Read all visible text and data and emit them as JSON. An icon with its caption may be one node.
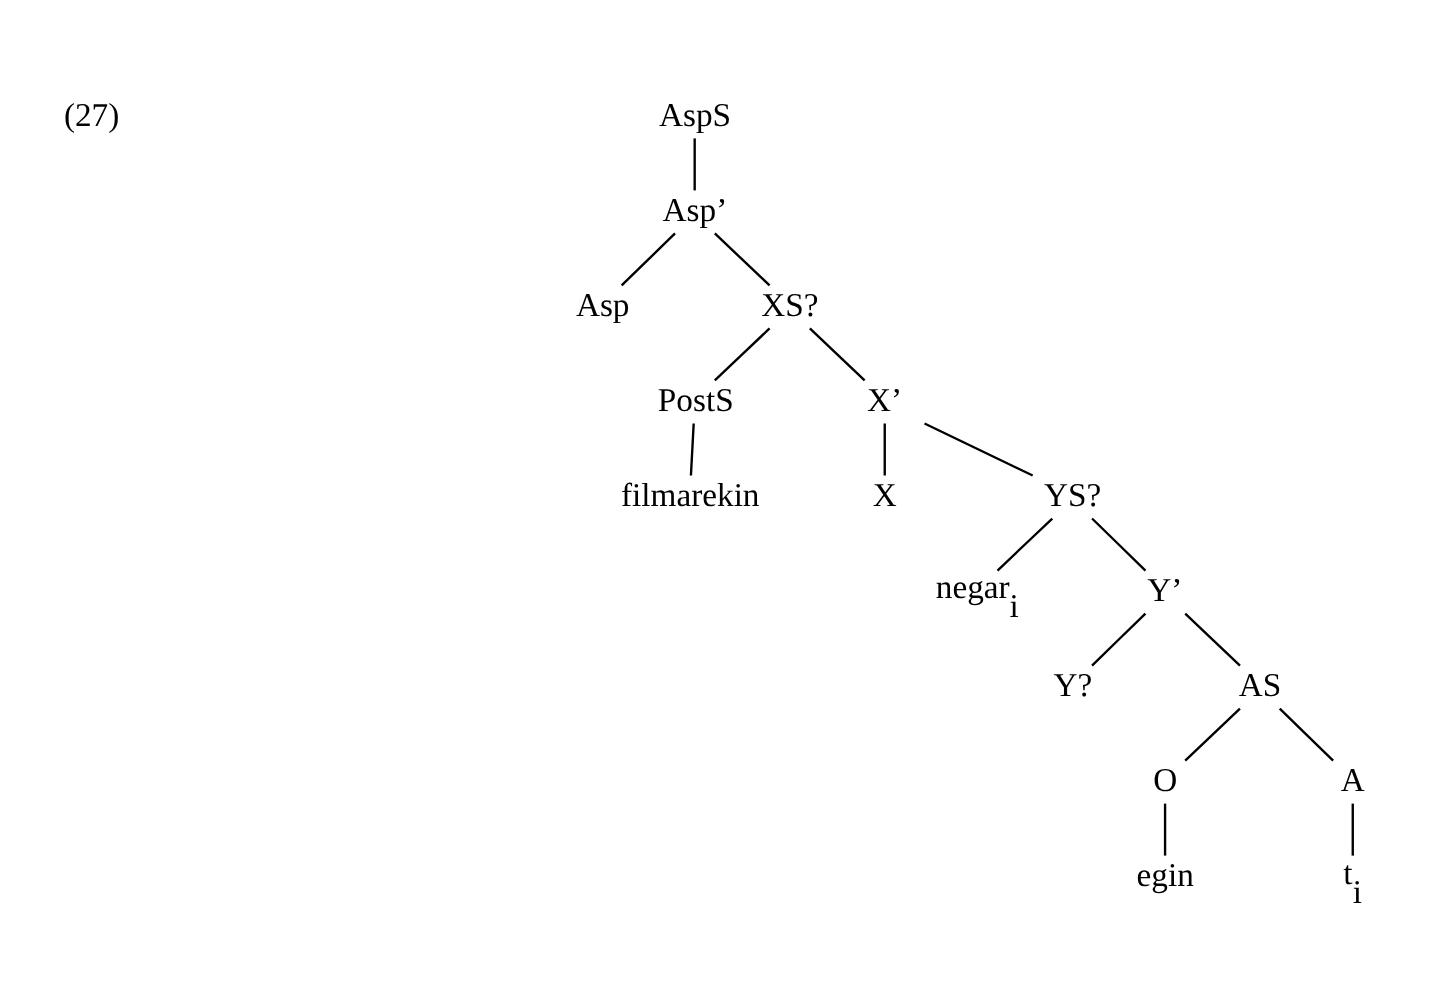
{
  "diagram": {
    "nodes": [
      {
        "text": [
          "AspS"
        ]
      },
      {
        "text": [
          "Asp’"
        ]
      },
      {
        "text": [
          "Asp"
        ]
      },
      {
        "text": [
          "XS?"
        ]
      },
      {
        "text": [
          "PostS"
        ]
      },
      {
        "text": [
          "X’"
        ]
      },
      {
        "text": [
          "filmarekin"
        ]
      },
      {
        "text": [
          "X"
        ]
      },
      {
        "text": [
          "YS?"
        ]
      },
      {
        "text": [
          "negar$_{i}$"
        ]
      },
      {
        "text": [
          "Y’"
        ]
      },
      {
        "text": [
          "Y?"
        ]
      },
      {
        "text": [
          "AS"
        ]
      },
      {
        "text": [
          "O"
        ]
      },
      {
        "text": [
          "A"
        ]
      },
      {
        "text": [
          "egin"
        ]
      },
      {
        "text": [
          "t$_{i}$"
        ]
      }
    ],
    "edges": [
      {
        "from": 0,
        "to": 1,
        "arrow": "none"
      },
      {
        "from": 1,
        "to": 2,
        "arrow": "none"
      },
      {
        "from": 1,
        "to": 3,
        "arrow": "none"
      },
      {
        "from": 3,
        "to": 4,
        "arrow": "none"
      },
      {
        "from": 3,
        "to": 5,
        "arrow": "none"
      },
      {
        "from": 4,
        "to": 6,
        "arrow": "none"
      },
      {
        "from": 5,
        "to": 7,
        "arrow": "none"
      },
      {
        "from": 5,
        "to": 8,
        "arrow": "none"
      },
      {
        "from": 8,
        "to": 9,
        "arrow": "none"
      },
      {
        "from": 8,
        "to": 10,
        "arrow": "none"
      },
      {
        "from": 10,
        "to": 11,
        "arrow": "none"
      },
      {
        "from": 10,
        "to": 12,
        "arrow": "none"
      },
      {
        "from": 12,
        "to": 13,
        "arrow": "none"
      },
      {
        "from": 12,
        "to": 14,
        "arrow": "none"
      },
      {
        "from": 13,
        "to": 15,
        "arrow": "none"
      },
      {
        "from": 14,
        "to": 16,
        "arrow": "none"
      }
    ],
    "labels": [
      "(27)"
    ]
  }
}
